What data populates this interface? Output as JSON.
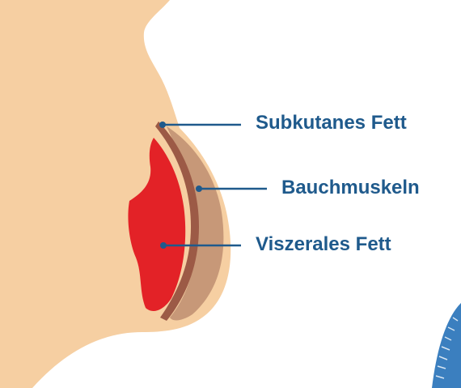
{
  "colors": {
    "skin": "#f6cfa2",
    "muscle_outer": "#c79878",
    "muscle_band": "#9c5a46",
    "visceral_fat": "#e32227",
    "leader_line": "#1f5a8c",
    "label_text": "#1f5a8c",
    "tape": "#3b7fbf"
  },
  "labels": {
    "subcutaneous_fat": "Subkutanes Fett",
    "abdominal_muscles": "Bauchmuskeln",
    "visceral_fat": "Viszerales Fett"
  },
  "icons": {
    "tape": "measuring-tape-icon"
  }
}
